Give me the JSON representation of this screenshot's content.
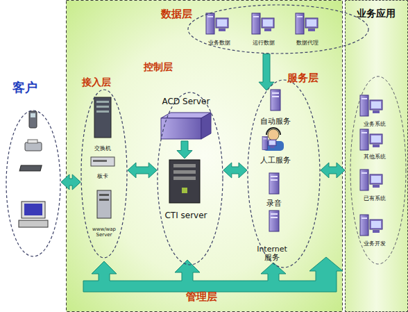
{
  "diagram": {
    "nodes": [
      {
        "text": [
          "数据层"
        ]
      },
      {
        "text": [
          "业务数据"
        ],
        "in": 0
      },
      {
        "text": [
          "运行数据"
        ],
        "in": 0
      },
      {
        "text": [
          "数据代理"
        ],
        "in": 0
      },
      {
        "text": [
          "业务应用"
        ]
      },
      {
        "text": [
          "客户"
        ]
      },
      {
        "text": [
          "接入层"
        ]
      },
      {
        "text": [
          "交换机"
        ],
        "in": 6
      },
      {
        "text": [
          "板卡"
        ],
        "in": 6
      },
      {
        "text": [
          "www/wap Server"
        ],
        "in": 6
      },
      {
        "text": [
          "控制层"
        ]
      },
      {
        "text": [
          "ACD Server"
        ],
        "in": 10
      },
      {
        "text": [
          "CTI server"
        ],
        "in": 10
      },
      {
        "text": [
          "服务层"
        ]
      },
      {
        "text": [
          "自动服务"
        ],
        "in": 13
      },
      {
        "text": [
          "人工服务"
        ],
        "in": 13
      },
      {
        "text": [
          "录音"
        ],
        "in": 13
      },
      {
        "text": [
          "Internet 服务"
        ],
        "in": 13
      },
      {
        "text": [
          "业务系统"
        ],
        "in": 4
      },
      {
        "text": [
          "其他系统"
        ],
        "in": 4
      },
      {
        "text": [
          "已有系统"
        ],
        "in": 4
      },
      {
        "text": [
          "业务开发"
        ],
        "in": 4
      }
    ],
    "edges": [
      {
        "from": 5,
        "to": 6,
        "arrow": "both"
      },
      {
        "from": 6,
        "to": 10,
        "arrow": "both"
      },
      {
        "from": 10,
        "to": 13,
        "arrow": "both"
      },
      {
        "from": 13,
        "to": 4,
        "arrow": "both"
      },
      {
        "from": 11,
        "to": 12,
        "arrow": "to"
      },
      {
        "from": 0,
        "to": 13,
        "arrow": "to"
      }
    ],
    "labels": [
      "管理层"
    ]
  }
}
